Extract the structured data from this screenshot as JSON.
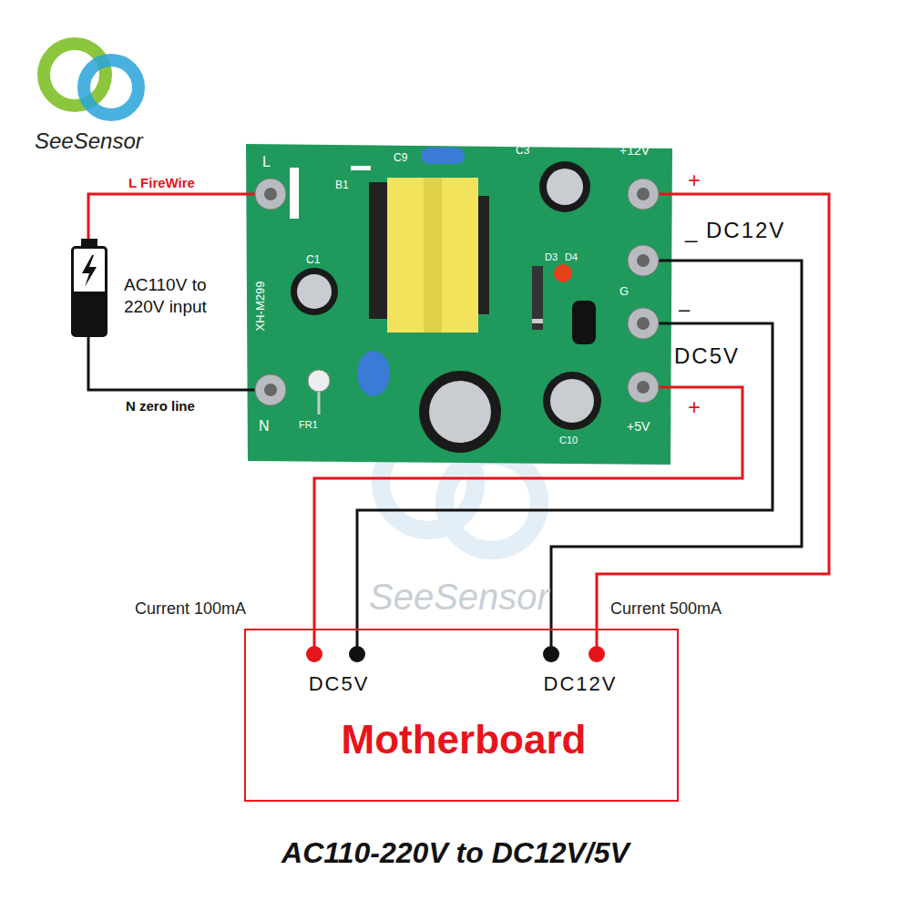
{
  "diagram": {
    "caption": "AC110-220V to DC12V/5V",
    "nodes": [
      {
        "text": [
          "XH-M299"
        ]
      },
      {
        "text": [
          "AC110V to 220V input"
        ]
      },
      {
        "text": [
          "DC5V",
          "DC12V",
          "Motherboard"
        ]
      }
    ],
    "edges": [
      {
        "from": 1,
        "to": 0,
        "arrow": "none",
        "label": "L FireWire"
      },
      {
        "from": 1,
        "to": 0,
        "arrow": "none",
        "label": "N zero line"
      },
      {
        "from": 0,
        "to": 2,
        "arrow": "none"
      },
      {
        "from": 0,
        "to": 2,
        "arrow": "none"
      },
      {
        "from": 0,
        "to": 2,
        "arrow": "none"
      },
      {
        "from": 0,
        "to": 2,
        "arrow": "none"
      }
    ],
    "labels": [
      "SeeSensor",
      "SeeSensor",
      "L",
      "N",
      "C9",
      "B1",
      "C3",
      "+12V",
      "D3",
      "D4",
      "G",
      "C1",
      "FR1",
      "C10",
      "+5V",
      "+",
      "DC12V",
      "_",
      "–",
      "DC5V",
      "+",
      "Current 100mA",
      "Current 500mA"
    ]
  }
}
